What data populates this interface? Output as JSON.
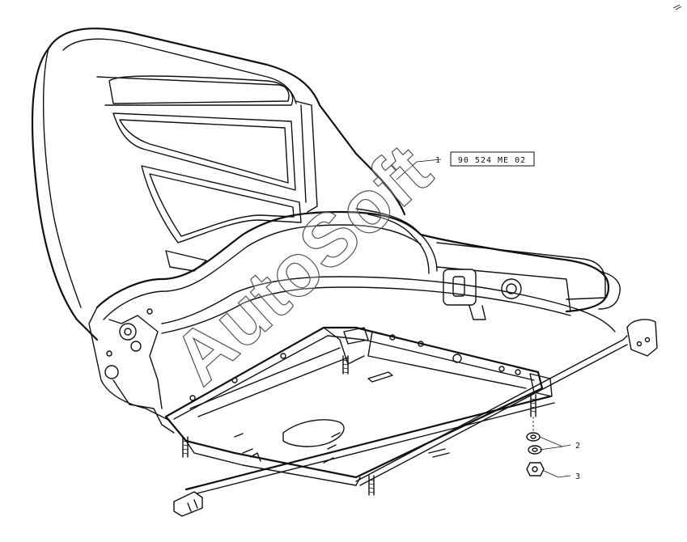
{
  "callouts": {
    "item1": {
      "number": "1",
      "part_code": "90 524 ME 02"
    },
    "item2": {
      "number": "2"
    },
    "item3": {
      "number": "3"
    }
  },
  "watermark": {
    "text": "AutoSoft"
  },
  "colors": {
    "line": "#111111",
    "background": "#ffffff"
  }
}
